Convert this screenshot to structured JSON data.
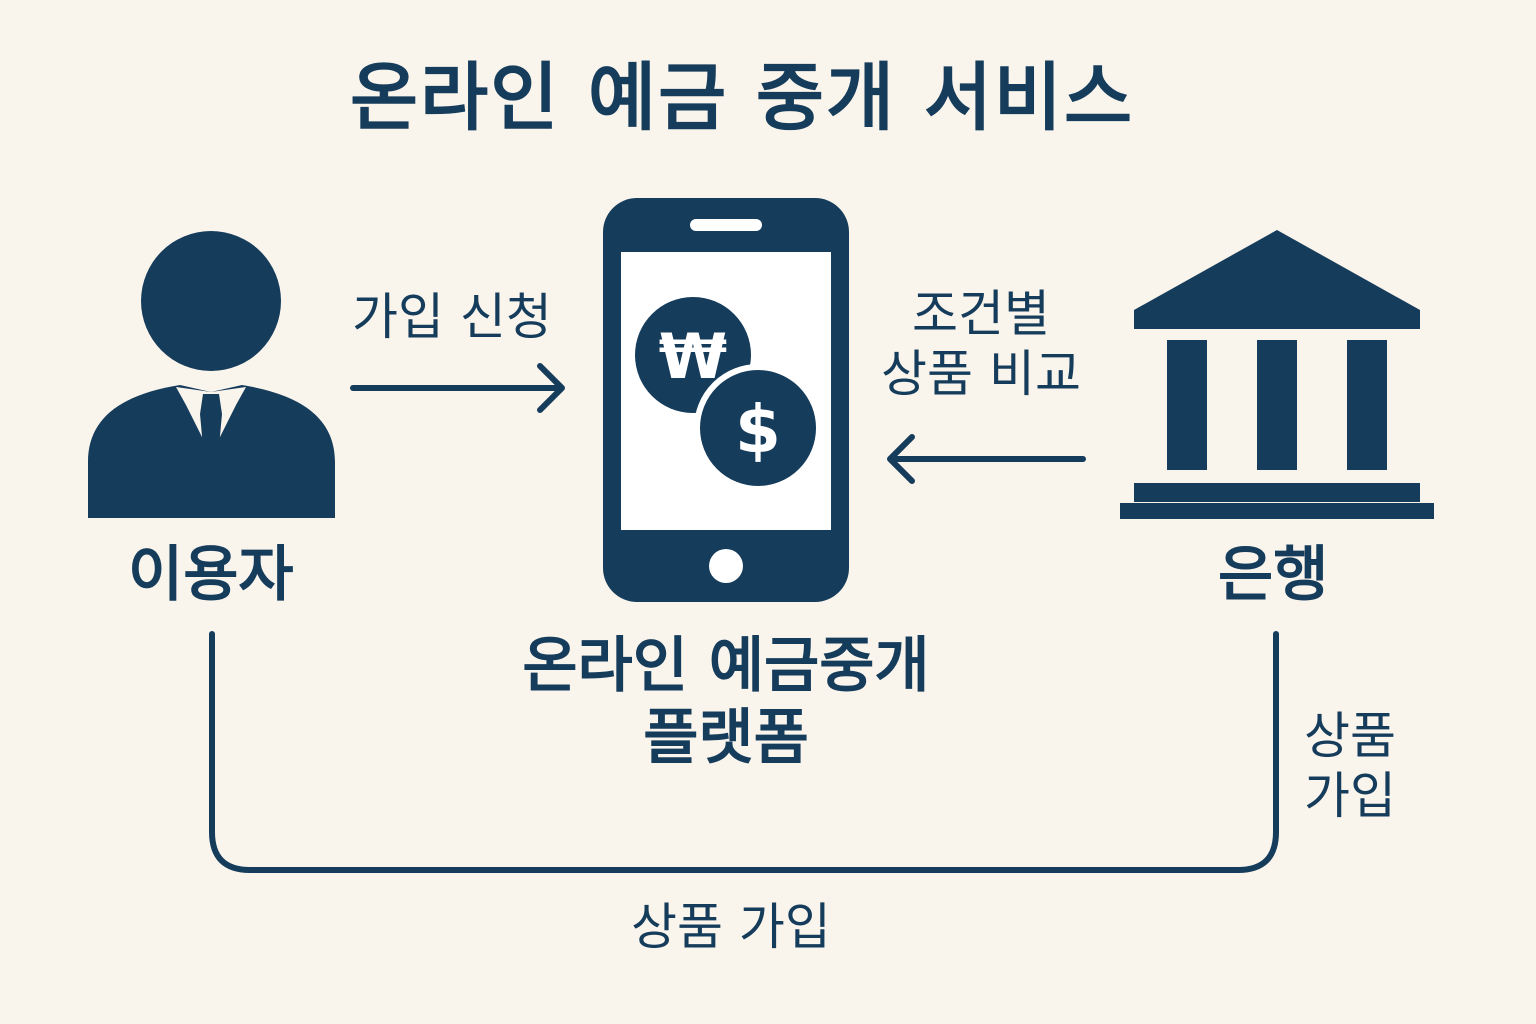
{
  "title": "온라인 예금 중개 서비스",
  "palette": {
    "background": "#faf5ec",
    "primary": "#163c5c",
    "screen": "#ffffff"
  },
  "nodes": {
    "user": {
      "label": "이용자",
      "icon": "person-icon"
    },
    "platform": {
      "label_line1": "온라인 예금중개",
      "label_line2": "플랫폼",
      "icon": "smartphone-icon",
      "currency_symbols": [
        "₩",
        "$"
      ]
    },
    "bank": {
      "label": "은행",
      "icon": "bank-icon"
    }
  },
  "edges": {
    "user_to_platform": {
      "label": "가입 신청",
      "direction": "user → platform"
    },
    "bank_to_platform": {
      "label_line1": "조건별",
      "label_line2": "상품 비교",
      "direction": "bank → platform"
    },
    "bank_side": {
      "label_line1": "상품",
      "label_line2": "가입"
    },
    "bottom_link": {
      "label": "상품 가입"
    }
  }
}
